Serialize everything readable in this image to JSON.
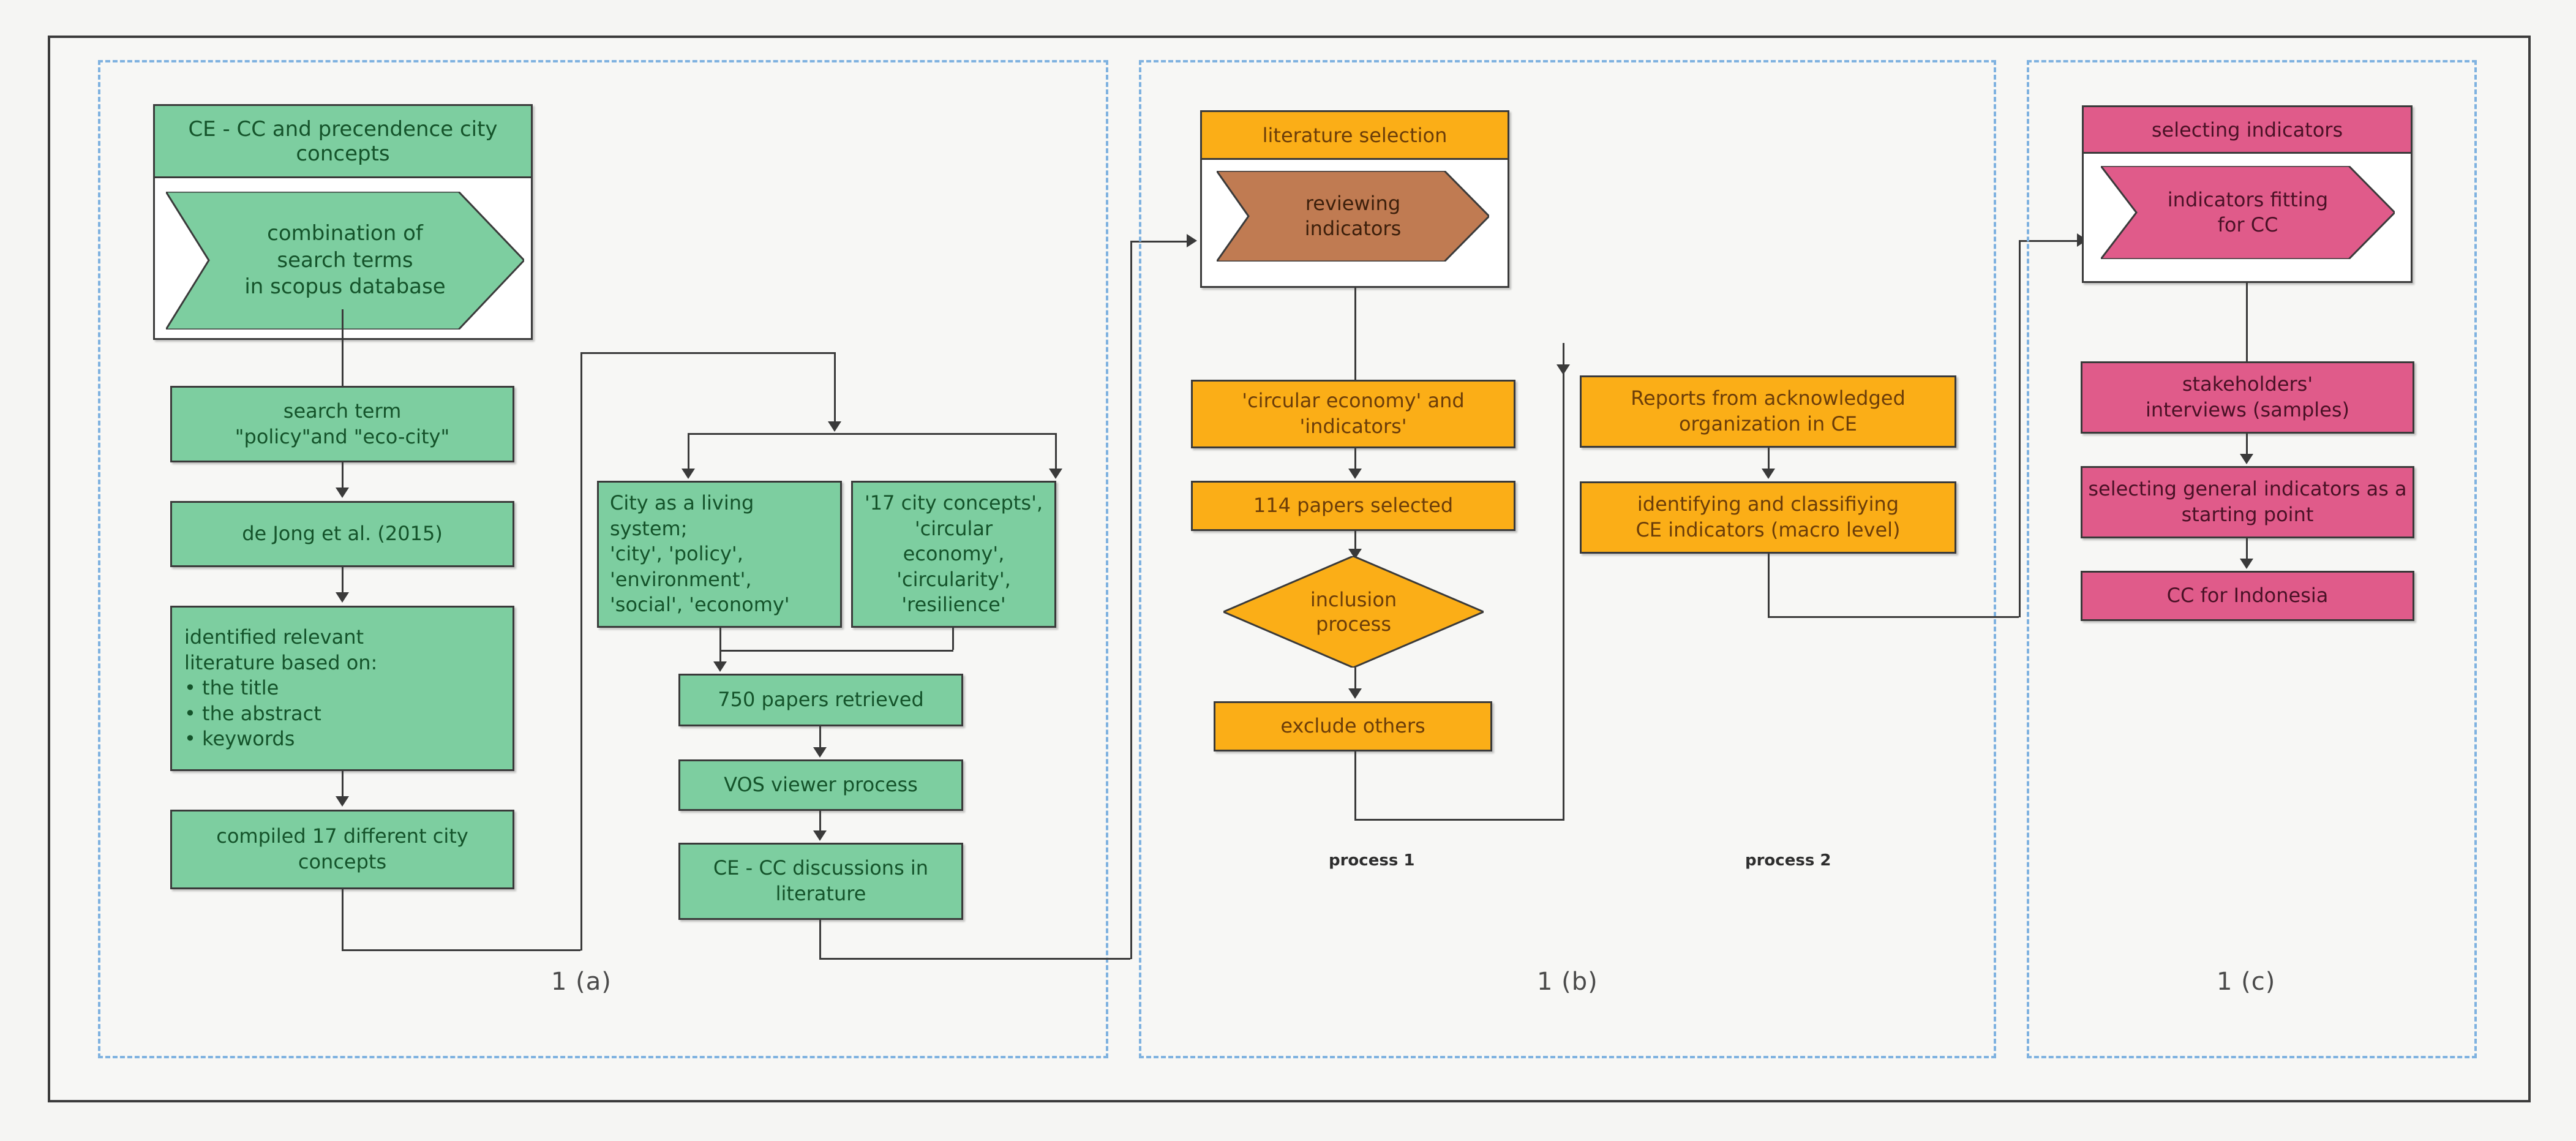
{
  "figure": {
    "panels": [
      {
        "id": "a",
        "label": "1 (a)",
        "accent": "#7dcea0"
      },
      {
        "id": "b",
        "label": "1 (b)",
        "accent": "#fbae17"
      },
      {
        "id": "c",
        "label": "1 (c)",
        "accent": "#e05b8a"
      }
    ],
    "process_labels": {
      "p1": "process 1",
      "p2": "process 2"
    },
    "colors": {
      "green": "#7dcea0",
      "orange": "#fbae17",
      "pink": "#e05b8a",
      "brown": "#c07b52",
      "panel_border": "#7fb2e0",
      "node_border": "#3a3a3a",
      "frame": "#3b3b3b",
      "background": "#f5f5f3"
    }
  },
  "panel_a": {
    "group_header": "CE - CC and precendence city concepts",
    "group_chevron": "combination of\nsearch terms\nin scopus database",
    "nodes": {
      "search_term": "search term\n\"policy\"and \"eco-city\"",
      "de_jong": "de Jong et al. (2015)",
      "identified": "identified  relevant\nliterature based on:\n   • the title\n   • the  abstract\n   • keywords",
      "compiled": "compiled 17 different city concepts",
      "city_living": "City as a living\nsystem;\n'city', 'policy',\n'environment',\n'social', 'economy'",
      "concepts17": "'17 city concepts',\n'circular\neconomy',\n'circularity',\n'resilience'",
      "papers750": "750 papers retrieved",
      "vos": "VOS viewer process",
      "cecc_disc": "CE - CC discussions in literature"
    }
  },
  "panel_b": {
    "group_header": "literature selection",
    "group_chevron": "reviewing\nindicators",
    "process1": {
      "keywords": "'circular economy' and 'indicators'",
      "papers": "114  papers selected",
      "decision": "inclusion\nprocess",
      "exclude": "exclude others"
    },
    "process2": {
      "reports": "Reports from acknowledged organization in CE",
      "identifying": "identifying and classifiying\nCE indicators  (macro level)"
    }
  },
  "panel_c": {
    "group_header": "selecting  indicators",
    "group_chevron": "indicators fitting\nfor CC",
    "nodes": {
      "stakeholders": "stakeholders'\ninterviews (samples)",
      "selecting_general": "selecting general indicators as a starting point",
      "cc_indonesia": "CC for Indonesia"
    }
  }
}
